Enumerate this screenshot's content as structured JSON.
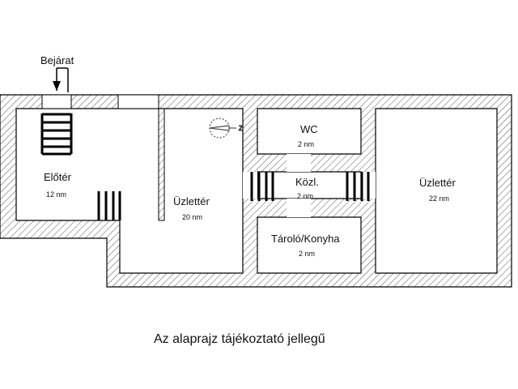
{
  "entrance_label": "Bejárat",
  "rooms": [
    {
      "name": "Előtér",
      "area": "12 nm"
    },
    {
      "name": "Üzlettér",
      "area": "20 nm"
    },
    {
      "name": "WC",
      "area": "2 nm"
    },
    {
      "name": "Közl.",
      "area": "2 nm"
    },
    {
      "name": "Tároló/Konyha",
      "area": "2 nm"
    },
    {
      "name": "Üzlettér",
      "area": "22 nm"
    }
  ],
  "caption": "Az alaprajz tájékoztató jellegű",
  "colors": {
    "wall": "#000000",
    "hatch": "#555555",
    "background": "#ffffff"
  },
  "icons": [
    "north-arrow-icon",
    "entrance-arrow-icon",
    "stair-icon"
  ]
}
